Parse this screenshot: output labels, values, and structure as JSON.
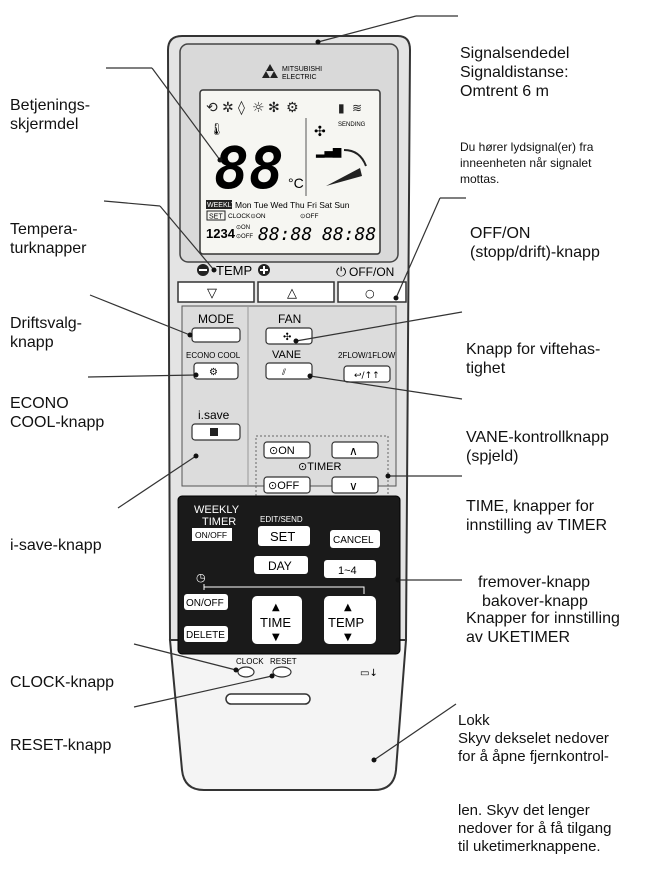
{
  "labels": {
    "signal": {
      "line1": "Signalsendedel",
      "line2": "Signaldistanse:",
      "line3": "Omtrent 6 m",
      "note1": "Du hører lydsignal(er) fra",
      "note2": "inneenheten når signalet",
      "note3": "mottas."
    },
    "display": {
      "line1": "Betjenings-",
      "line2": "skjermdel"
    },
    "temp_buttons": {
      "line1": "Tempera-",
      "line2": "turknapper"
    },
    "offon": {
      "line1": "OFF/ON",
      "line2": "(stopp/drift)-knapp"
    },
    "mode": {
      "line1": "Driftsvalg-",
      "line2": "knapp"
    },
    "fan": {
      "line1": "Knapp for viftehas-",
      "line2": "tighet"
    },
    "econo": {
      "line1": "ECONO",
      "line2": "COOL-knapp"
    },
    "vane": {
      "line1": "VANE-kontrollknapp",
      "line2": "(spjeld)"
    },
    "timer": {
      "line1": "TIME, knapper for",
      "line2": "innstilling av TIMER",
      "line3": "fremover-knapp",
      "line4": "bakover-knapp"
    },
    "isave": {
      "line1": "i-save-knapp"
    },
    "weekly": {
      "line1": "Knapper for innstilling",
      "line2": "av UKETIMER"
    },
    "clock": {
      "line1": "CLOCK-knapp"
    },
    "reset": {
      "line1": "RESET-knapp"
    },
    "lid": {
      "line1": "Lokk",
      "line2": "Skyv dekselet nedover",
      "line3": "for å åpne fjernkontrol-",
      "line4": "len. Skyv det lenger",
      "line5": "nedover for å få tilgang",
      "line6": "til uketimerknappene."
    }
  },
  "remote": {
    "brand1": "MITSUBISHI",
    "brand2": "ELECTRIC",
    "lcd_temp": "88",
    "lcd_unit": "°C",
    "lcd_sending": "SENDING",
    "lcd_weekly": "WEEKLY",
    "lcd_days": "Mon Tue Wed Thu Fri Sat Sun",
    "lcd_set": "SET",
    "lcd_clock_on": "CLOCK⊙ON",
    "lcd_off": "⊙OFF",
    "lcd_1234": "1234",
    "lcd_on_small": "⊙ON",
    "lcd_off_small": "⊙OFF",
    "lcd_time1": "88:88",
    "lcd_time2": "88:88",
    "temp_label": "TEMP",
    "offon_label": "OFF/ON",
    "btn_down": "▽",
    "btn_up": "△",
    "btn_power": "○",
    "mode": "MODE",
    "fan": "FAN",
    "econo_cool": "ECONO COOL",
    "vane": "VANE",
    "flow": "2FLOW/1FLOW",
    "isave": "i.save",
    "timer_on": "⊙ON",
    "timer_label": "⊙TIMER",
    "timer_off": "⊙OFF",
    "weekly1": "WEEKLY",
    "weekly2": "TIMER",
    "weekly_onoff": "ON/OFF",
    "edit_send": "EDIT/SEND",
    "set": "SET",
    "cancel": "CANCEL",
    "day": "DAY",
    "range": "1~4",
    "onoff": "ON/OFF",
    "delete": "DELETE",
    "time": "TIME",
    "temp": "TEMP",
    "clock": "CLOCK",
    "reset": "RESET"
  }
}
